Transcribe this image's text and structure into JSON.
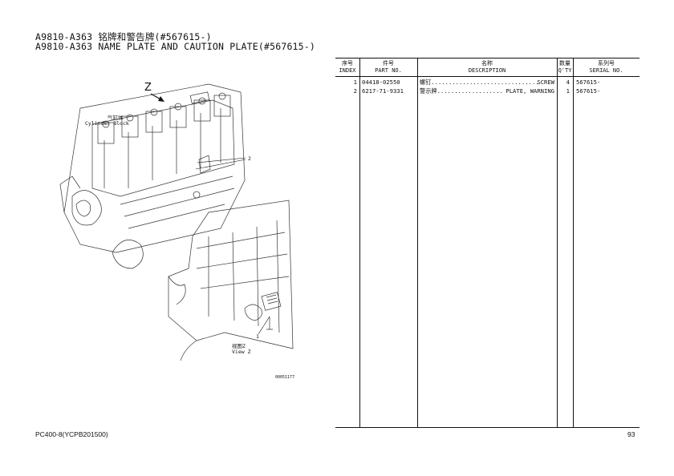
{
  "header": {
    "title_cn": "A9810-A363 铭牌和警告牌(#567615-)",
    "title_en": "A9810-A363 NAME PLATE AND CAUTION PLATE(#567615-)"
  },
  "drawing": {
    "view_marker": "Z",
    "label_cylinder_cn": "气缸体",
    "label_cylinder_en": "Cylinder Block",
    "callout_1": "1",
    "callout_2": "2",
    "label_view_cn": "视图Z",
    "label_view_en": "View Z",
    "figure_code": "00051177"
  },
  "table": {
    "headers": {
      "index_cn": "序号",
      "index_en": "INDEX",
      "part_cn": "件号",
      "part_en": "PART NO.",
      "desc_cn": "名称",
      "desc_en": "DESCRIPTION",
      "qty_cn": "数量",
      "qty_en": "Q'TY",
      "serial_cn": "系列号",
      "serial_en": "SERIAL NO."
    },
    "rows": [
      {
        "index": "1",
        "part_no": "04418-02550",
        "desc_cn": "螺钉...............................",
        "desc_en": "SCREW",
        "qty": "4",
        "serial": "567615-"
      },
      {
        "index": "2",
        "part_no": "6217-71-9331",
        "desc_cn": "警示牌...................",
        "desc_en": "PLATE, WARNING",
        "qty": "1",
        "serial": "567615-"
      }
    ]
  },
  "footer": {
    "model": "PC400-8(YCPB201500)",
    "page": "93"
  }
}
